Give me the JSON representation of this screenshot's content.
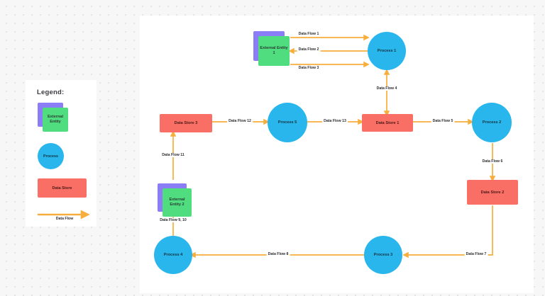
{
  "canvas": {
    "background_color": "#f7f7f8",
    "panel_color": "#ffffff"
  },
  "palette": {
    "external_entity_front": "#4fdd7f",
    "external_entity_back": "#8b7df6",
    "process": "#29b6ec",
    "data_store": "#fa6f65",
    "data_flow_arrow": "#f8ae3c"
  },
  "legend": {
    "title": "Legend:",
    "items": [
      {
        "shape": "external-entity",
        "label": "External Entity"
      },
      {
        "shape": "process",
        "label": "Process"
      },
      {
        "shape": "data-store",
        "label": "Data Store"
      },
      {
        "shape": "data-flow",
        "label": "Data Flow"
      }
    ]
  },
  "diagram": {
    "nodes": [
      {
        "id": "external-entity-1",
        "type": "external-entity",
        "label": "External Entity 1"
      },
      {
        "id": "external-entity-2",
        "type": "external-entity",
        "label": "External Entity 2"
      },
      {
        "id": "process-1",
        "type": "process",
        "label": "Process 1"
      },
      {
        "id": "process-2",
        "type": "process",
        "label": "Process 2"
      },
      {
        "id": "process-3",
        "type": "process",
        "label": "Process 3"
      },
      {
        "id": "process-4",
        "type": "process",
        "label": "Process 4"
      },
      {
        "id": "process-5",
        "type": "process",
        "label": "Process 5"
      },
      {
        "id": "data-store-1",
        "type": "data-store",
        "label": "Data Store 1"
      },
      {
        "id": "data-store-2",
        "type": "data-store",
        "label": "Data Store 2"
      },
      {
        "id": "data-store-3",
        "type": "data-store",
        "label": "Data Store 3"
      }
    ],
    "flows": [
      {
        "id": "data-flow-1",
        "label": "Data Flow 1",
        "from": "external-entity-1",
        "to": "process-1",
        "direction": "right"
      },
      {
        "id": "data-flow-2",
        "label": "Data Flow 2",
        "from": "process-1",
        "to": "external-entity-1",
        "direction": "left"
      },
      {
        "id": "data-flow-3",
        "label": "Data Flow 3",
        "from": "external-entity-1",
        "to": "process-1",
        "direction": "right"
      },
      {
        "id": "data-flow-4",
        "label": "Data Flow 4",
        "from": "process-1",
        "to": "data-store-1",
        "direction": "both"
      },
      {
        "id": "data-flow-5",
        "label": "Data Flow 5",
        "from": "data-store-1",
        "to": "process-2",
        "direction": "right"
      },
      {
        "id": "data-flow-6",
        "label": "Data Flow 6",
        "from": "process-2",
        "to": "data-store-2",
        "direction": "down"
      },
      {
        "id": "data-flow-7",
        "label": "Data Flow 7",
        "from": "data-store-2",
        "to": "process-3",
        "direction": "left"
      },
      {
        "id": "data-flow-8",
        "label": "Data Flow 8",
        "from": "process-3",
        "to": "process-4",
        "direction": "left"
      },
      {
        "id": "data-flow-9-10",
        "label": "Data Flow 9, 10",
        "from": "process-4",
        "to": "external-entity-2",
        "direction": "both"
      },
      {
        "id": "data-flow-11",
        "label": "Data Flow 11",
        "from": "external-entity-2",
        "to": "data-store-3",
        "direction": "up"
      },
      {
        "id": "data-flow-12",
        "label": "Data Flow 12",
        "from": "data-store-3",
        "to": "process-5",
        "direction": "right"
      },
      {
        "id": "data-flow-13",
        "label": "Data Flow 13",
        "from": "process-5",
        "to": "data-store-1",
        "direction": "right"
      }
    ]
  }
}
